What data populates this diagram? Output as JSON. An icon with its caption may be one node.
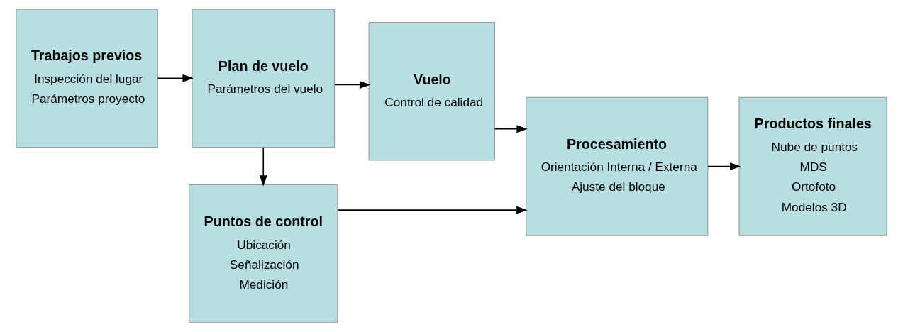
{
  "diagram": {
    "nodes": [
      {
        "text": [
          "Trabajos previos",
          "Inspección del lugar",
          "Parámetros proyecto"
        ]
      },
      {
        "text": [
          "Plan de vuelo",
          "Parámetros del vuelo"
        ]
      },
      {
        "text": [
          "Vuelo",
          "Control de calidad"
        ]
      },
      {
        "text": [
          "Procesamiento",
          "Orientación Interna / Externa",
          "Ajuste del bloque"
        ]
      },
      {
        "text": [
          "Productos finales",
          "Nube de puntos",
          "MDS",
          "Ortofoto",
          "Modelos 3D"
        ]
      },
      {
        "text": [
          "Puntos de control",
          "Ubicación",
          "Señalización",
          "Medición"
        ]
      }
    ],
    "edges": [
      {
        "from": 0,
        "to": 1,
        "arrow": "to"
      },
      {
        "from": 1,
        "to": 2,
        "arrow": "to"
      },
      {
        "from": 2,
        "to": 3,
        "arrow": "to"
      },
      {
        "from": 3,
        "to": 4,
        "arrow": "to"
      },
      {
        "from": 1,
        "to": 5,
        "arrow": "to"
      },
      {
        "from": 5,
        "to": 3,
        "arrow": "to"
      }
    ]
  }
}
